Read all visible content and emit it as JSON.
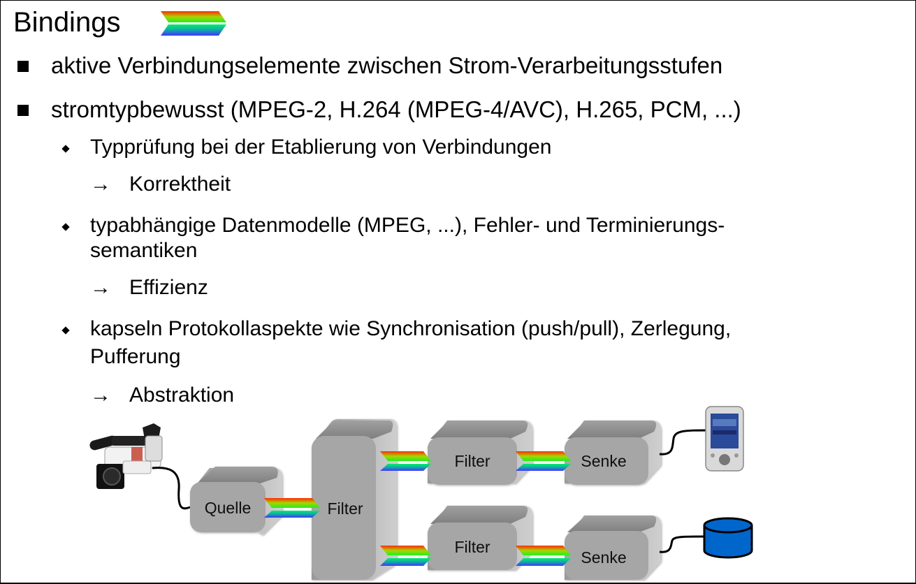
{
  "slide": {
    "title": "Bindings",
    "title_icon": "binding-arrow-icon",
    "bullets": [
      {
        "text": "aktive Verbindungselemente zwischen Strom-Verarbeitungsstufen"
      },
      {
        "text": "stromtypbewusst (MPEG-2, H.264 (MPEG-4/AVC), H.265, PCM, ...)"
      }
    ],
    "sub_bullets": [
      {
        "lines": [
          "Typprüfung bei der Etablierung von Verbindungen"
        ],
        "arrow": "→",
        "result": "Korrektheit"
      },
      {
        "lines": [
          "typabhängige Datenmodelle (MPEG, ...), Fehler- und Terminierungs-",
          "semantiken"
        ],
        "arrow": "→",
        "result": "Effizienz"
      },
      {
        "lines": [
          "kapseln Protokollaspekte wie Synchronisation (push/pull), Zerlegung,",
          "Pufferung"
        ],
        "arrow": "→",
        "result": "Abstraktion"
      }
    ]
  },
  "diagram": {
    "source_device": "video-camera-icon",
    "nodes": [
      {
        "id": "quelle",
        "label": "Quelle"
      },
      {
        "id": "filter-main",
        "label": "Filter"
      },
      {
        "id": "filter-top",
        "label": "Filter"
      },
      {
        "id": "senke-top",
        "label": "Senke"
      },
      {
        "id": "filter-bottom",
        "label": "Filter"
      },
      {
        "id": "senke-bottom",
        "label": "Senke"
      }
    ],
    "sink_devices": [
      "pda-icon",
      "database-icon"
    ],
    "colors": {
      "box_front": "#a6a6a6",
      "box_top": "#8c8c8c",
      "box_side": "#c4c4c4",
      "database_fill": "#0066cc",
      "binding_gradient": [
        "#ff2200",
        "#22ee22",
        "#00ee66",
        "#3344ff"
      ]
    }
  }
}
